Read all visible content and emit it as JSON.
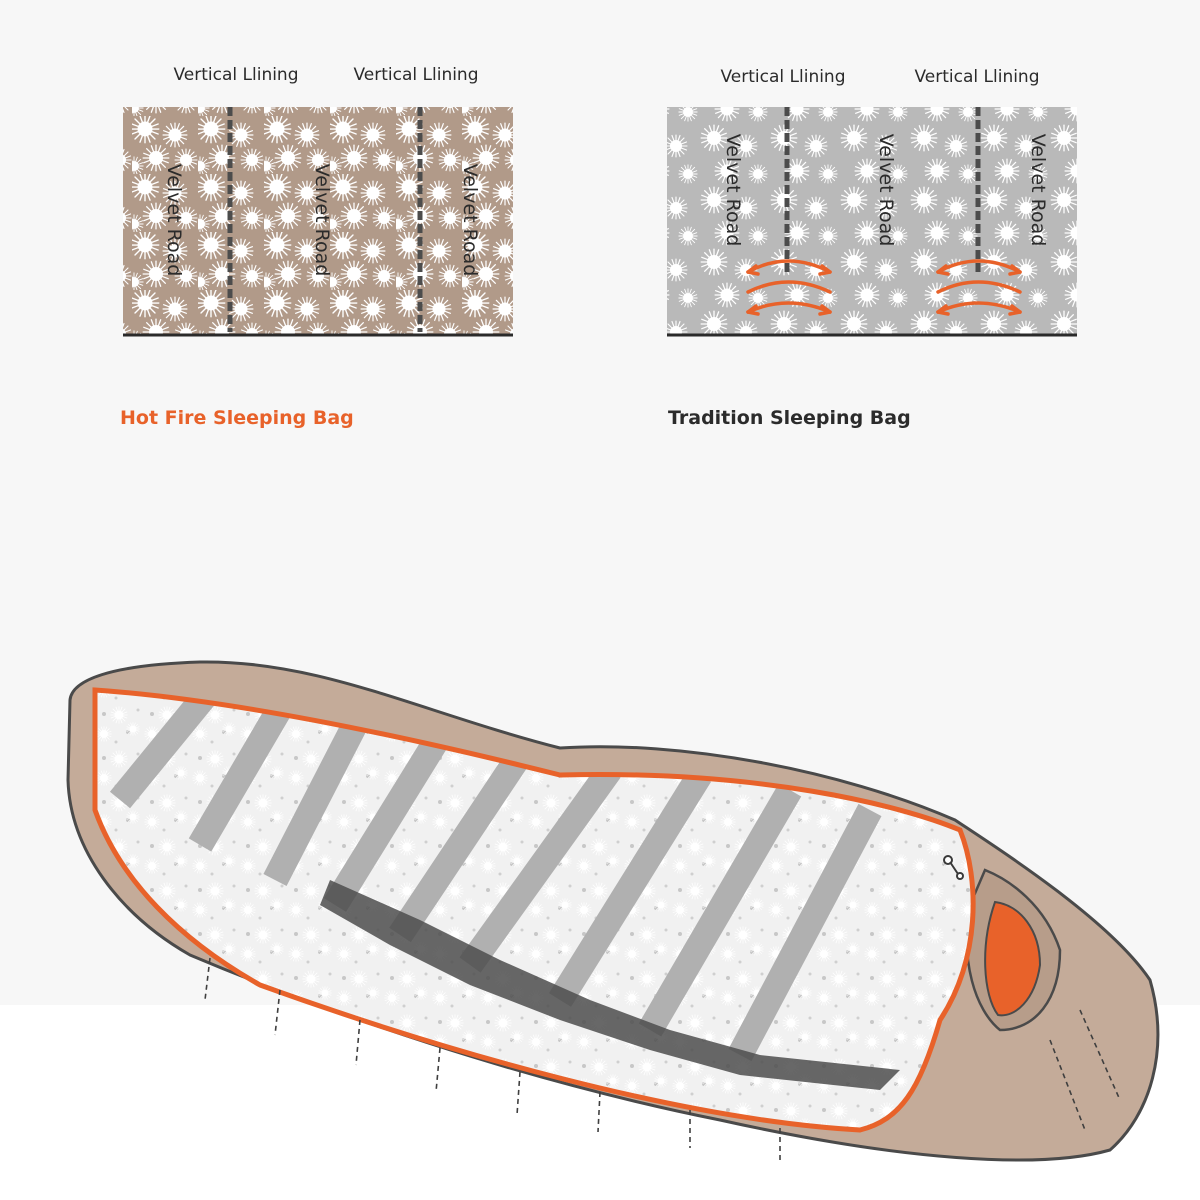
{
  "hot_panel": {
    "labels": [
      "Vertical Llining",
      "Vertical Llining"
    ],
    "roads": [
      "Velvet Road",
      "Velvet Road",
      "Velvet Road"
    ],
    "caption": "Hot Fire Sleeping Bag"
  },
  "traditional_panel": {
    "labels": [
      "Vertical Llining",
      "Vertical Llining"
    ],
    "roads": [
      "Velvet Road",
      "Velvet Road",
      "Velvet Road"
    ],
    "caption": "Tradition Sleeping Bag"
  },
  "colors": {
    "accent_orange": "#e8622a",
    "down_brown": "#b19a89",
    "shell_tan": "#c4ab99",
    "baffle_grey": "#b4b4b4",
    "outline": "#4a4a4a",
    "ink": "#2b2b2b"
  },
  "icons": [
    "heat-flow-arrows-icon",
    "zipper-pull-icon"
  ]
}
